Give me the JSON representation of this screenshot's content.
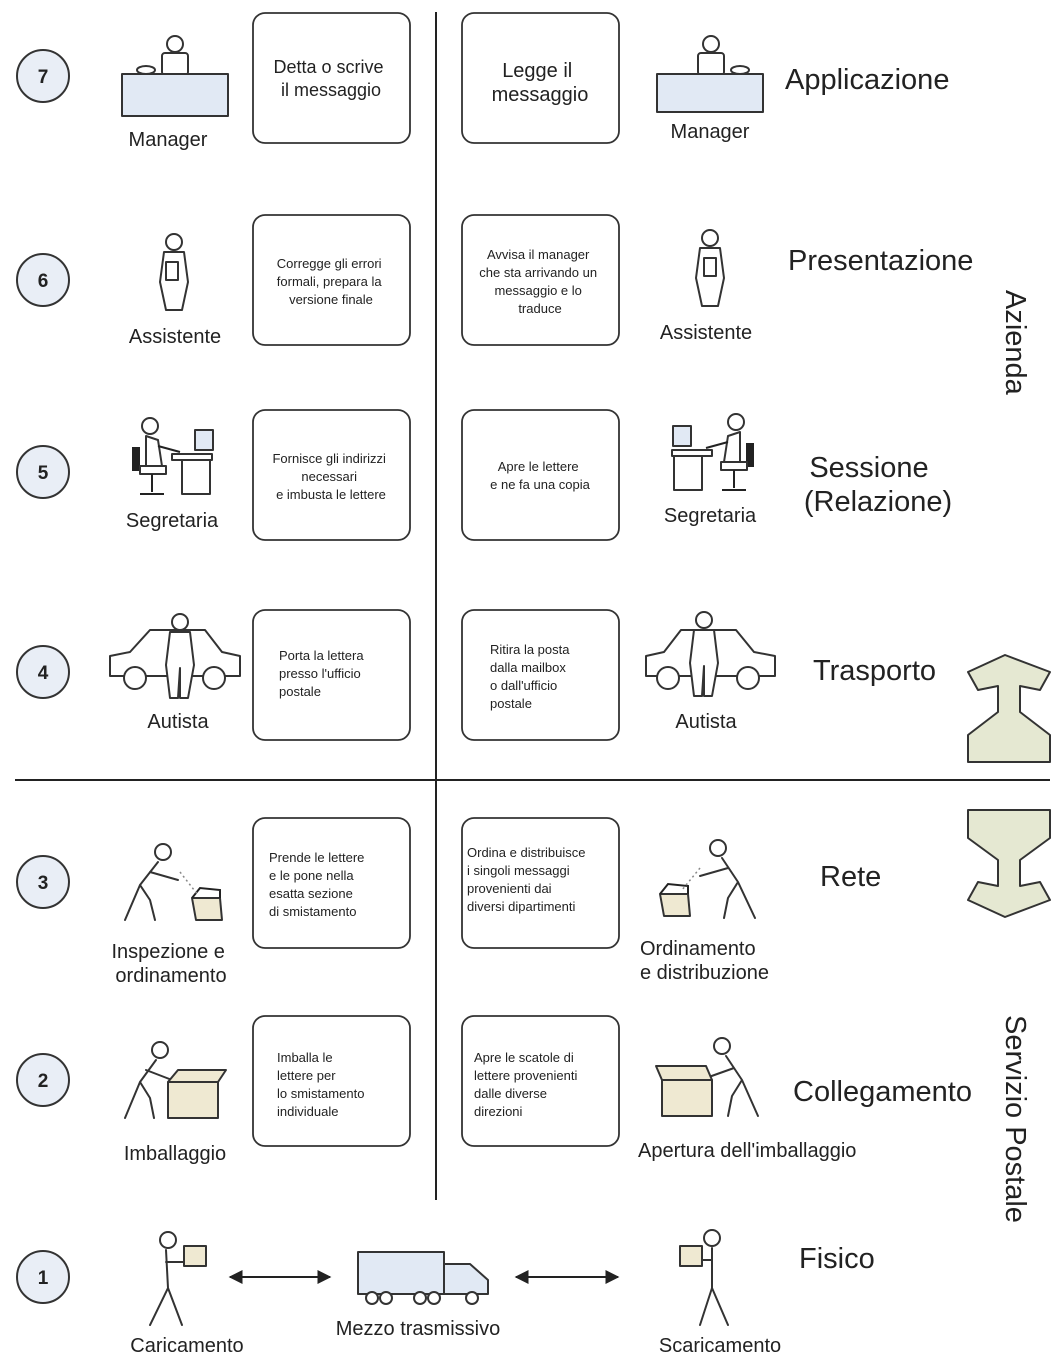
{
  "domain_labels": {
    "top": "Azienda",
    "bottom": "Servizio Postale"
  },
  "layers": [
    {
      "num": "7",
      "name": "Applicazione",
      "left_person": "Manager",
      "right_person": "Manager",
      "left_box": [
        "Detta o scrive",
        "il messaggio"
      ],
      "right_box": [
        "Legge il",
        "messaggio"
      ]
    },
    {
      "num": "6",
      "name": "Presentazione",
      "left_person": "Assistente",
      "right_person": "Assistente",
      "left_box": [
        "Corregge gli errori",
        "formali, prepara la",
        "versione finale"
      ],
      "right_box": [
        "Avvisa il manager",
        "che sta arrivando un",
        "messaggio e lo",
        "traduce"
      ]
    },
    {
      "num": "5",
      "name_lines": [
        "Sessione",
        "(Relazione)"
      ],
      "left_person": "Segretaria",
      "right_person": "Segretaria",
      "left_box": [
        "Fornisce gli indirizzi",
        "necessari",
        "e imbusta le lettere"
      ],
      "right_box": [
        "Apre le lettere",
        "e ne fa una copia"
      ]
    },
    {
      "num": "4",
      "name": "Trasporto",
      "left_person": "Autista",
      "right_person": "Autista",
      "left_box": [
        "Porta la lettera",
        "presso l'ufficio",
        "postale"
      ],
      "right_box": [
        "Ritira la posta",
        "dalla mailbox",
        "o dall'ufficio",
        "postale"
      ]
    },
    {
      "num": "3",
      "name": "Rete",
      "left_person_lines": [
        "Inspezione e",
        "ordinamento"
      ],
      "right_person_lines": [
        "Ordinamento",
        "e distribuzione"
      ],
      "left_box": [
        "Prende le lettere",
        "e le pone nella",
        "esatta sezione",
        "di smistamento"
      ],
      "right_box": [
        "Ordina e distribuisce",
        "i singoli messaggi",
        "provenienti dai",
        "diversi dipartimenti"
      ]
    },
    {
      "num": "2",
      "name": "Collegamento",
      "left_person": "Imballaggio",
      "right_person": "Apertura dell'imballaggio",
      "left_box": [
        "Imballa le",
        "lettere per",
        "lo smistamento",
        "individuale"
      ],
      "right_box": [
        "Apre le scatole di",
        "lettere provenienti",
        "dalle diverse",
        "direzioni"
      ]
    },
    {
      "num": "1",
      "name": "Fisico",
      "left_person": "Caricamento",
      "right_person": "Scaricamento",
      "medium": "Mezzo trasmissivo"
    }
  ],
  "colors": {
    "icon_fill": "#e1e9f4",
    "box_fill": "#efe9d2",
    "circle_fill": "#e9eef6",
    "arrow_fill": "#e5e8d2"
  }
}
